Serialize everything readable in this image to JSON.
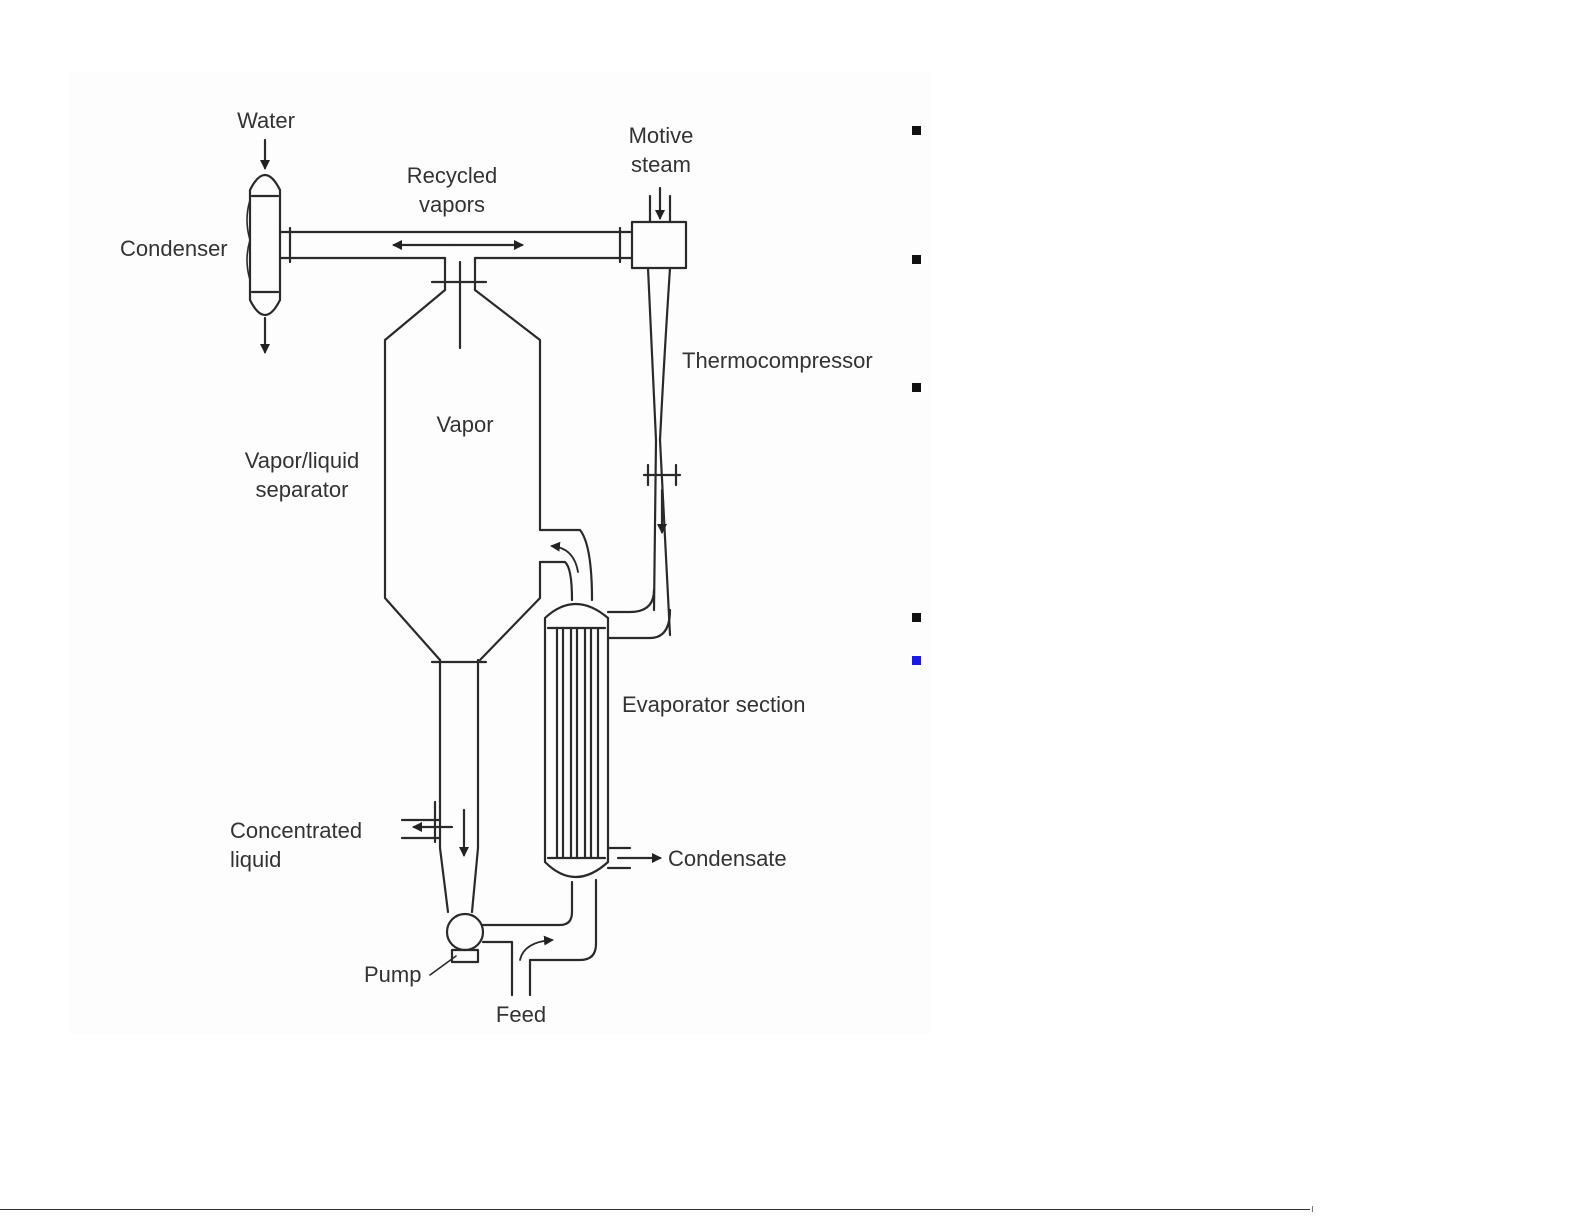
{
  "diagram": {
    "labels": {
      "water": "Water",
      "motive_steam_line1": "Motive",
      "motive_steam_line2": "steam",
      "recycled_vapors_line1": "Recycled",
      "recycled_vapors_line2": "vapors",
      "condenser": "Condenser",
      "thermocompressor": "Thermocompressor",
      "vapor": "Vapor",
      "separator_line1": "Vapor/liquid",
      "separator_line2": "separator",
      "evaporator_section": "Evaporator section",
      "concentrated_line1": "Concentrated",
      "concentrated_line2": "liquid",
      "condensate": "Condensate",
      "pump": "Pump",
      "feed": "Feed"
    }
  },
  "bullets": [
    {
      "color": "#111111"
    },
    {
      "color": "#111111"
    },
    {
      "color": "#111111"
    },
    {
      "color": "#111111"
    },
    {
      "color": "#1a1ae6"
    }
  ]
}
